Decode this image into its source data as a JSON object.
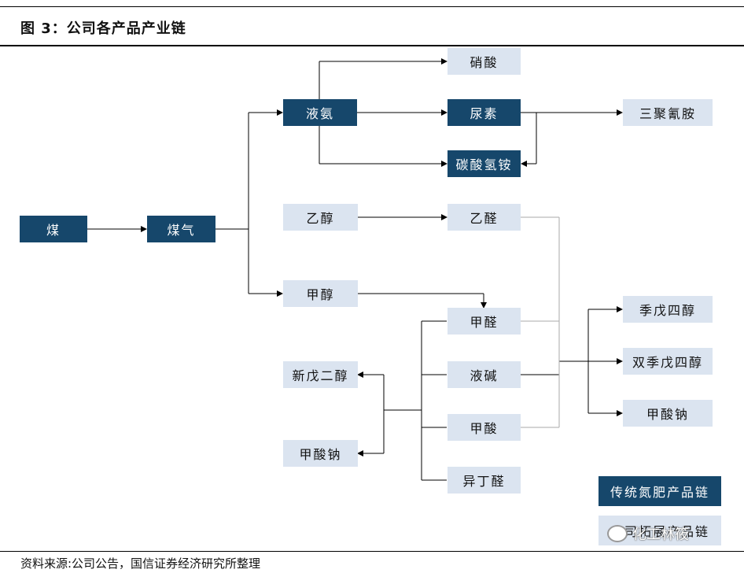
{
  "header": {
    "title": "图 3：公司各产品产业链"
  },
  "nodes": {
    "coal": "煤",
    "coal_gas": "煤气",
    "liquid_ammonia": "液氨",
    "nitric_acid": "硝酸",
    "urea": "尿素",
    "ammonium_bicarbonate": "碳酸氢铵",
    "melamine": "三聚氰胺",
    "ethanol": "乙醇",
    "acetaldehyde": "乙醛",
    "methanol": "甲醇",
    "formaldehyde": "甲醛",
    "caustic_soda": "液碱",
    "formic_acid": "甲酸",
    "isobutyraldehyde": "异丁醛",
    "neopentyl_glycol": "新戊二醇",
    "sodium_formate_left": "甲酸钠",
    "pentaerythritol": "季戊四醇",
    "dipentaerythritol": "双季戊四醇",
    "sodium_formate_right": "甲酸钠"
  },
  "legend": {
    "traditional": "传统氮肥产品链",
    "expanded": "公司拓展产品链"
  },
  "footer": {
    "source": "资料来源:公司公告，国信证券经济研究所整理"
  },
  "watermark": {
    "text": "化工林筱"
  },
  "colors": {
    "dark_box": "#16476b",
    "light_box": "#dbe4f0",
    "connector": "#000000",
    "faint_connector": "#aaaaaa"
  }
}
